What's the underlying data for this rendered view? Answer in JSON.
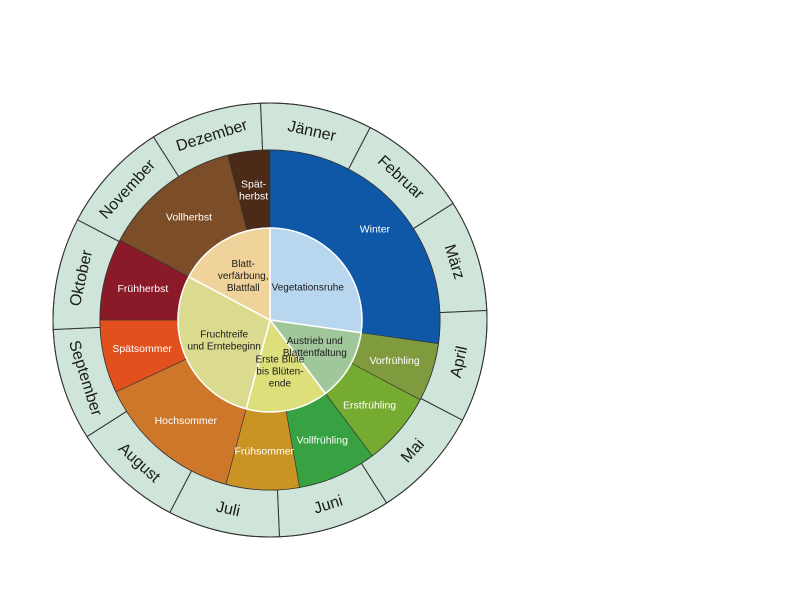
{
  "months": [
    "Dezember",
    "Jänner",
    "Februar",
    "März",
    "April",
    "Mai",
    "Juni",
    "Juli",
    "August",
    "September",
    "Oktober",
    "November"
  ],
  "seasons": [
    {
      "name": "Spät- herbst",
      "lines": [
        "Spät-",
        "herbst"
      ],
      "start": -14.4,
      "end": 0,
      "color": "#4b2a17",
      "text": "#ffffff"
    },
    {
      "name": "Winter",
      "lines": [
        "Winter"
      ],
      "start": 0,
      "end": 98,
      "color": "#0f58a8",
      "text": "#ffffff"
    },
    {
      "name": "Vorfrühling",
      "lines": [
        "Vorfrühling"
      ],
      "start": 98,
      "end": 118,
      "color": "#7f9b3d",
      "text": "#ffffff"
    },
    {
      "name": "Erstfrühling",
      "lines": [
        "Erstfrühling"
      ],
      "start": 118,
      "end": 143,
      "color": "#76ab31",
      "text": "#ffffff"
    },
    {
      "name": "Vollfrühling",
      "lines": [
        "Vollfrühling"
      ],
      "start": 143,
      "end": 170,
      "color": "#38a141",
      "text": "#ffffff"
    },
    {
      "name": "Frühsommer",
      "lines": [
        "Frühsommer"
      ],
      "start": 170,
      "end": 195,
      "color": "#c99423",
      "text": "#ffffff"
    },
    {
      "name": "Hochsommer",
      "lines": [
        "Hochsommer"
      ],
      "start": 195,
      "end": 245,
      "color": "#cd772a",
      "text": "#ffffff"
    },
    {
      "name": "Spätsommer",
      "lines": [
        "Spätsommer"
      ],
      "start": 245,
      "end": 270,
      "color": "#e2501e",
      "text": "#ffffff"
    },
    {
      "name": "Frühherbst",
      "lines": [
        "Frühherbst"
      ],
      "start": 270,
      "end": 298,
      "color": "#8b1a29",
      "text": "#ffffff"
    },
    {
      "name": "Vollherbst",
      "lines": [
        "Vollherbst"
      ],
      "start": 298,
      "end": 345.6,
      "color": "#7b4d28",
      "text": "#ffffff"
    }
  ],
  "phases": [
    {
      "name": "Vegetationsruhe",
      "lines": [
        "Vegetationsruhe"
      ],
      "start": 0,
      "end": 98,
      "color": "#b9d6ef"
    },
    {
      "name": "Austrieb und Blattentfaltung",
      "lines": [
        "Austrieb und",
        "Blattentfaltung"
      ],
      "start": 98,
      "end": 143,
      "color": "#9fc79a"
    },
    {
      "name": "Erste Blüte bis Blüten- ende",
      "lines": [
        "Erste Blüte",
        "bis Blüten-",
        "ende"
      ],
      "start": 143,
      "end": 195,
      "color": "#dde07a"
    },
    {
      "name": "Fruchtreife und Erntebeginn",
      "lines": [
        "Fruchtreife",
        "und Erntebeginn"
      ],
      "start": 195,
      "end": 298,
      "color": "#dadb8f"
    },
    {
      "name": "Blatt- verfärbung, Blattfall",
      "lines": [
        "Blatt-",
        "verfärbung,",
        "Blattfall"
      ],
      "start": 298,
      "end": 360,
      "color": "#f0d39a"
    }
  ],
  "colors": {
    "month_ring": "#cfe5da",
    "border": "#333333",
    "background": "#ffffff"
  }
}
